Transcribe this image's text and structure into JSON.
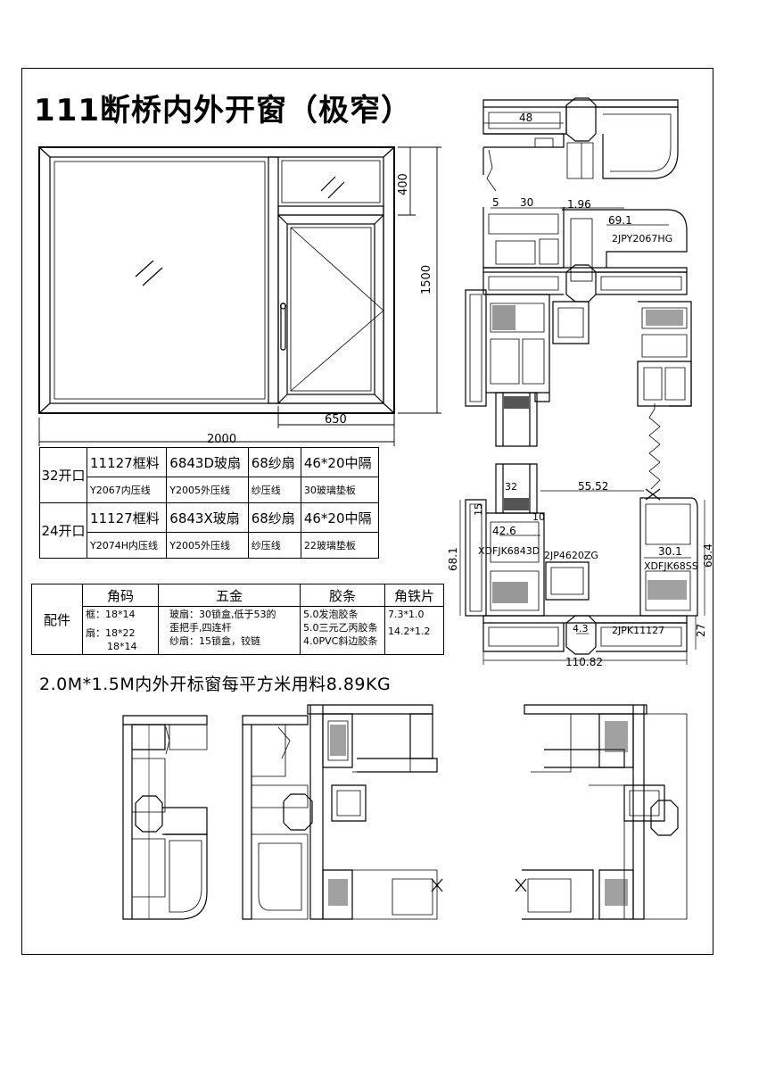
{
  "title": "111断桥内外开窗（极窄）",
  "elevation": {
    "dim_width": "2000",
    "dim_height": "1500",
    "dim_transom": "400",
    "dim_sash_width": "650"
  },
  "spec_table": {
    "rows": [
      {
        "group": "32开口",
        "main": [
          "11127框料",
          "6843D玻扇",
          "68纱扇",
          "46*20中隔"
        ],
        "sub": [
          "Y2067内压线",
          "Y2005外压线",
          "纱压线",
          "30玻璃垫板"
        ]
      },
      {
        "group": "24开口",
        "main": [
          "11127框料",
          "6843X玻扇",
          "68纱扇",
          "46*20中隔"
        ],
        "sub": [
          "Y2074H内压线",
          "Y2005外压线",
          "纱压线",
          "22玻璃垫板"
        ]
      }
    ]
  },
  "parts_table": {
    "label": "配件",
    "headers": [
      "角码",
      "五金",
      "胶条",
      "角铁片"
    ],
    "corner_code": [
      "框：18*14",
      "扇：18*22",
      "18*14"
    ],
    "hardware": [
      "玻扇：30锁盒,低于53的",
      "歪把手,四连杆",
      "纱扇：15锁盒，铰链"
    ],
    "seals": [
      "5.0发泡胶条",
      "5.0三元乙丙胶条",
      "4.0PVC斜边胶条"
    ],
    "angle_iron": [
      "7.3*1.0",
      "14.2*1.2"
    ]
  },
  "summary": "2.0M*1.5M内外开标窗每平方米用料8.89KG",
  "section": {
    "top_dim": "48",
    "dim_5": "5",
    "dim_30": "30",
    "dim_196": "1.96",
    "dim_691": "69.1",
    "label_hg": "2JPY2067HG",
    "dim_32": "32",
    "dim_5552": "55.52",
    "dim_15": "15",
    "dim_10": "10",
    "dim_426": "42.6",
    "label_6843d": "XDFJK6843D",
    "label_zg": "2JP4620ZG",
    "dim_301": "30.1",
    "label_ss": "XDFJK68SS",
    "dim_681": "68.1",
    "dim_684": "68.4",
    "dim_27": "27",
    "dim_43": "4.3",
    "label_frame": "2JPK11127",
    "dim_11082": "110.82"
  },
  "colors": {
    "line": "#000000",
    "paper": "#ffffff",
    "hatch": "#444444"
  }
}
